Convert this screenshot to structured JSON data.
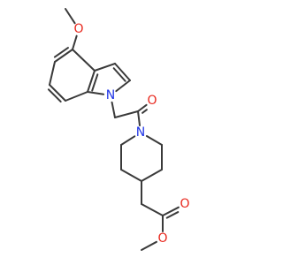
{
  "colors": {
    "bond": "#3a3a3a",
    "oxygen": "#e8281e",
    "nitrogen": "#2035e6",
    "background": "#ffffff"
  },
  "atoms": [
    {
      "id": "o_methoxy",
      "label": "O",
      "element": "oxygen"
    },
    {
      "id": "n_indole",
      "label": "N",
      "element": "nitrogen"
    },
    {
      "id": "o_amide",
      "label": "O",
      "element": "oxygen"
    },
    {
      "id": "n_piperidine",
      "label": "N",
      "element": "nitrogen"
    },
    {
      "id": "o_ester_carbonyl",
      "label": "O",
      "element": "oxygen"
    },
    {
      "id": "o_ester_ether",
      "label": "O",
      "element": "oxygen"
    }
  ]
}
